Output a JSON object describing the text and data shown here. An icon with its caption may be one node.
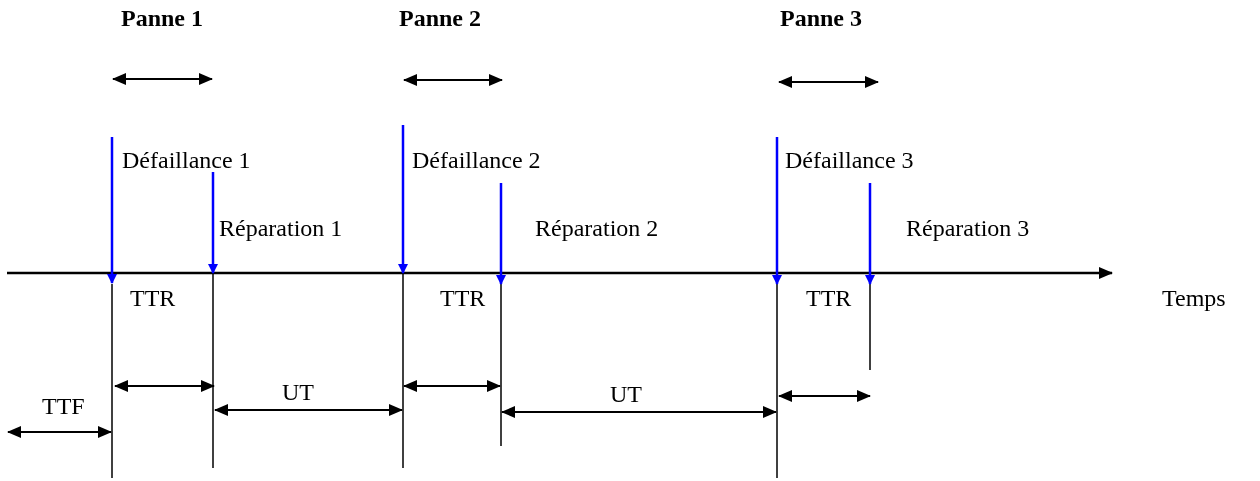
{
  "diagram": {
    "labels": [
      "Panne 1",
      "Panne 2",
      "Panne 3",
      "Défaillance 1",
      "Défaillance 2",
      "Défaillance 3",
      "Réparation 1",
      "Réparation 2",
      "Réparation 3",
      "TTR",
      "TTR",
      "TTR",
      "Temps",
      "TTF",
      "UT",
      "UT"
    ]
  }
}
